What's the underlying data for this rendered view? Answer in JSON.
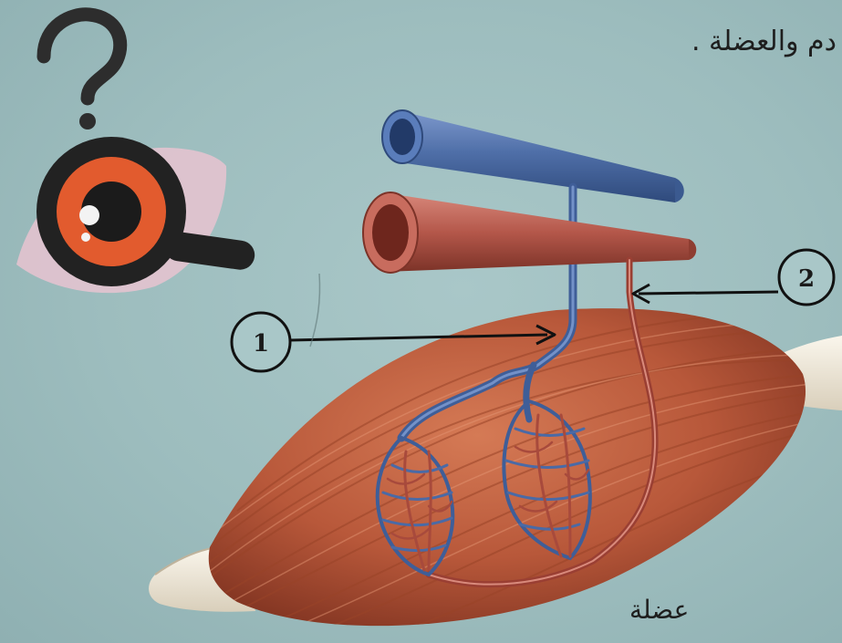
{
  "caption_top": "دم والعضلة .",
  "label_1": "1",
  "label_2": "2",
  "caption_muscle": "عضلة",
  "icons": [
    "question-mark-icon",
    "eye-magnifier-icon"
  ],
  "colors": {
    "background": "#9dbdbe",
    "vein": "#4f6fa8",
    "artery": "#b4574a",
    "muscle": "#b8583a",
    "tendon": "#efe8d8",
    "eye_orange": "#e25b2e"
  }
}
